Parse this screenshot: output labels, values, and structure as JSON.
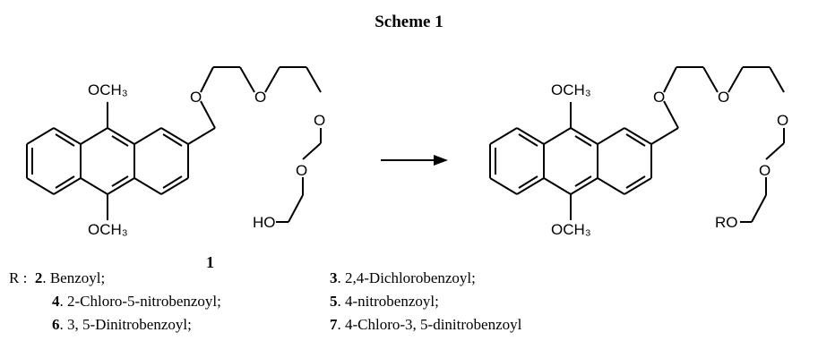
{
  "scheme_title": "Scheme 1",
  "labels": {
    "och3": "OCH₃",
    "o": "O",
    "ho": "HO",
    "ro": "RO"
  },
  "compound_number": "1",
  "r_prefix": "R :",
  "substituents": [
    {
      "num": "2",
      "text": ". Benzoyl;"
    },
    {
      "num": "3",
      "text": ". 2,4-Dichlorobenzoyl;"
    },
    {
      "num": "4",
      "text": ". 2-Chloro-5-nitrobenzoyl;"
    },
    {
      "num": "5",
      "text": ". 4-nitrobenzoyl;"
    },
    {
      "num": "6",
      "text": ". 3, 5-Dinitrobenzoyl;"
    },
    {
      "num": "7",
      "text": ". 4-Chloro-3, 5-dinitrobenzoyl"
    }
  ]
}
